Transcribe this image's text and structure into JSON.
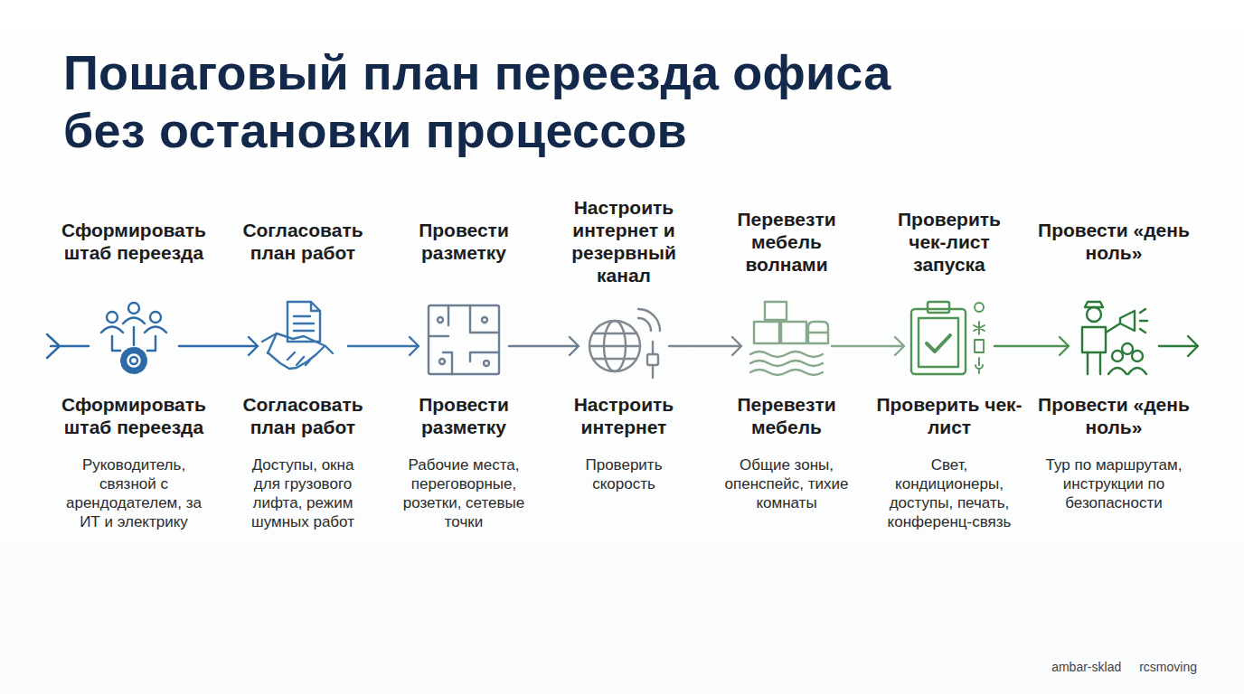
{
  "diagram": {
    "title": "Пошаговый план переезда офиса без остановки процессов",
    "nodes": [
      {
        "text": [
          "Сформировать штаб переезда",
          "Сформировать штаб переезда",
          "Руководитель, связной с арендодателем, за ИТ и электрику"
        ]
      },
      {
        "text": [
          "Согласовать план работ",
          "Согласовать план работ",
          "Доступы, окна для грузового лифта, режим шумных работ"
        ]
      },
      {
        "text": [
          "Провести разметку",
          "Провести разметку",
          "Рабочие места, переговорные, розетки, сетевые точки"
        ]
      },
      {
        "text": [
          "Настроить интернет и резервный канал",
          "Настроить интернет",
          "Проверить скорость"
        ]
      },
      {
        "text": [
          "Перевезти мебель волнами",
          "Перевезти мебель",
          "Общие зоны, опенспейс, тихие комнаты"
        ]
      },
      {
        "text": [
          "Проверить чек-лист запуска",
          "Проверить чек-лист",
          "Свет, кондиционеры, доступы, печать, конференц-связь"
        ]
      },
      {
        "text": [
          "Провести «день ноль»",
          "Провести «день ноль»",
          "Тур по маршрутам, инструкции по безопасности"
        ]
      }
    ],
    "edges": [
      {
        "from": 0,
        "to": 1,
        "arrow": "to"
      },
      {
        "from": 1,
        "to": 2,
        "arrow": "to"
      },
      {
        "from": 2,
        "to": 3,
        "arrow": "to"
      },
      {
        "from": 3,
        "to": 4,
        "arrow": "to"
      },
      {
        "from": 4,
        "to": 5,
        "arrow": "to"
      },
      {
        "from": 5,
        "to": 6,
        "arrow": "to"
      }
    ],
    "labels": [
      "ambar-sklad",
      "rcsmoving"
    ]
  }
}
